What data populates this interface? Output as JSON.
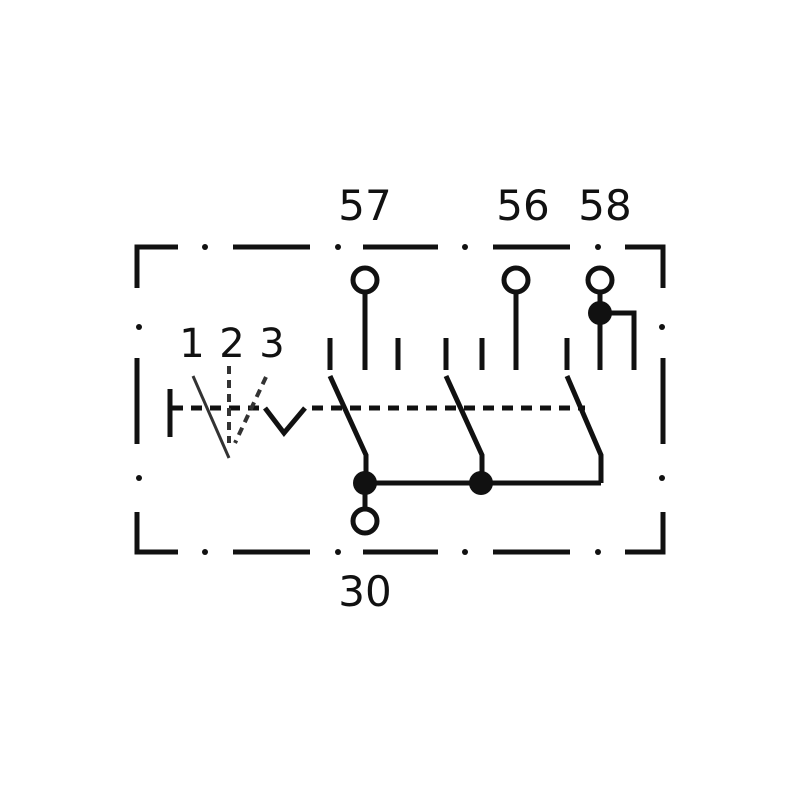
{
  "diagram": {
    "terminals": {
      "t57": "57",
      "t56": "56",
      "t58": "58",
      "t30": "30"
    },
    "positions": {
      "p1": "1",
      "p2": "2",
      "p3": "3"
    },
    "colors": {
      "stroke": "#111111",
      "background": "#ffffff"
    }
  }
}
